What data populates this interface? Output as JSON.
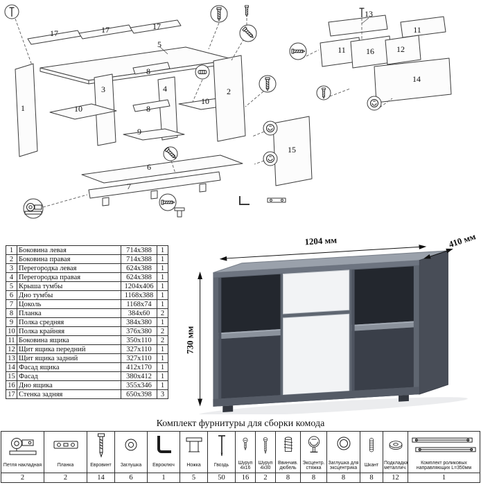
{
  "hardware_title": "Комплект фурнитуры для сборки комода",
  "parts_table": {
    "rows": [
      {
        "num": "1",
        "name": "Боковина левая",
        "size": "714x388",
        "qty": "1"
      },
      {
        "num": "2",
        "name": "Боковина правая",
        "size": "714x388",
        "qty": "1"
      },
      {
        "num": "3",
        "name": "Перегородка левая",
        "size": "624x388",
        "qty": "1"
      },
      {
        "num": "4",
        "name": "Перегородка правая",
        "size": "624x388",
        "qty": "1"
      },
      {
        "num": "5",
        "name": "Крыша тумбы",
        "size": "1204x406",
        "qty": "1"
      },
      {
        "num": "6",
        "name": "Дно тумбы",
        "size": "1168x388",
        "qty": "1"
      },
      {
        "num": "7",
        "name": "Цоколь",
        "size": "1168x74",
        "qty": "1"
      },
      {
        "num": "8",
        "name": "Планка",
        "size": "384x60",
        "qty": "2"
      },
      {
        "num": "9",
        "name": "Полка средняя",
        "size": "384x380",
        "qty": "1"
      },
      {
        "num": "10",
        "name": "Полка крайняя",
        "size": "376x380",
        "qty": "2"
      },
      {
        "num": "11",
        "name": "Боковина ящика",
        "size": "350x110",
        "qty": "2"
      },
      {
        "num": "12",
        "name": "Щит ящика передний",
        "size": "327x110",
        "qty": "1"
      },
      {
        "num": "13",
        "name": "Щит ящика задний",
        "size": "327x110",
        "qty": "1"
      },
      {
        "num": "14",
        "name": "Фасад ящика",
        "size": "412x170",
        "qty": "1"
      },
      {
        "num": "15",
        "name": "Фасад",
        "size": "380x412",
        "qty": "1"
      },
      {
        "num": "16",
        "name": "Дно ящика",
        "size": "355x346",
        "qty": "1"
      },
      {
        "num": "17",
        "name": "Стенка задняя",
        "size": "650x398",
        "qty": "3"
      }
    ]
  },
  "hardware_table": {
    "items": [
      {
        "name": "Петля накладная",
        "qty": "2",
        "icon": "hinge-icon"
      },
      {
        "name": "Планка",
        "qty": "2",
        "icon": "plate-icon"
      },
      {
        "name": "Евровинт",
        "qty": "14",
        "icon": "euroscrew-icon"
      },
      {
        "name": "Заглушка",
        "qty": "6",
        "icon": "cap-icon"
      },
      {
        "name": "Евроключ",
        "qty": "1",
        "icon": "hexkey-icon"
      },
      {
        "name": "Ножка",
        "qty": "5",
        "icon": "leg-icon"
      },
      {
        "name": "Гвоздь",
        "qty": "50",
        "icon": "nail-icon"
      },
      {
        "name": "Шуруп 4x16",
        "qty": "16",
        "icon": "screw-short-icon"
      },
      {
        "name": "Шуруп 4x30",
        "qty": "2",
        "icon": "screw-long-icon"
      },
      {
        "name": "Ввинчив. дюбель",
        "qty": "8",
        "icon": "dowel-bush-icon"
      },
      {
        "name": "Эксцентр. стяжка",
        "qty": "8",
        "icon": "cam-lock-icon"
      },
      {
        "name": "Заглушка для эксцентрика",
        "qty": "8",
        "icon": "cam-cap-icon"
      },
      {
        "name": "Шкант",
        "qty": "8",
        "icon": "wood-dowel-icon"
      },
      {
        "name": "Подкладка металлич.",
        "qty": "12",
        "icon": "washer-icon"
      },
      {
        "name": "Комплект роликовых направляющих L=350мм",
        "qty": "1",
        "icon": "drawer-slides-icon"
      }
    ]
  },
  "dresser": {
    "width_label": "1204 мм",
    "depth_label": "410 мм",
    "height_label": "730 мм"
  },
  "diagram": {
    "labels": [
      "17",
      "17",
      "17",
      "5",
      "1",
      "3",
      "10",
      "8",
      "4",
      "8",
      "9",
      "10",
      "2",
      "6",
      "7",
      "15",
      "13",
      "11",
      "11",
      "16",
      "12",
      "14"
    ]
  }
}
